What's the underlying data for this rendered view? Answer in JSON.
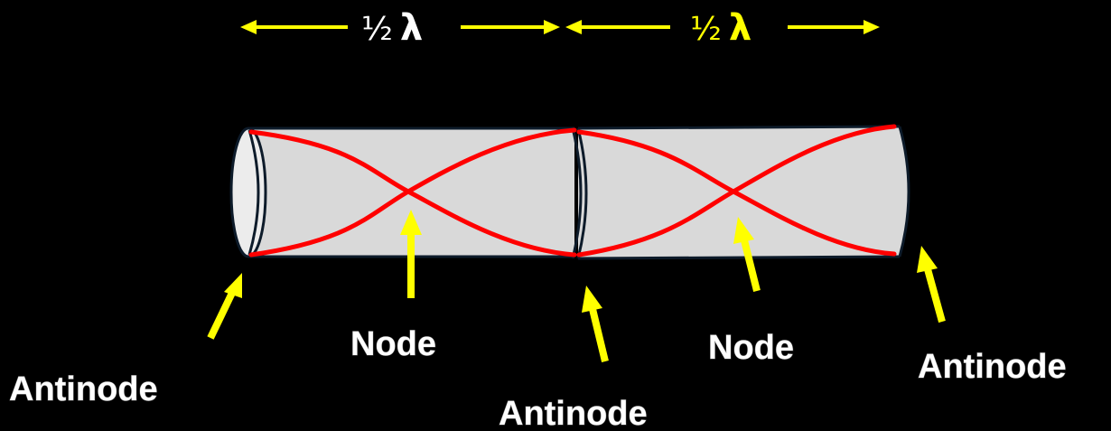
{
  "measure": {
    "fraction": "½",
    "symbol": "λ"
  },
  "labels": {
    "node": "Node",
    "antinode": "Antinode"
  },
  "colors": {
    "background": "#000000",
    "tube_fill": "#d9d9d9",
    "tube_outline": "#0d1b2a",
    "wave": "#ff0000",
    "arrow": "#ffff00",
    "left_half_label": "#ffffff",
    "right_half_label": "#ffff00",
    "point_label": "#ffffff"
  }
}
